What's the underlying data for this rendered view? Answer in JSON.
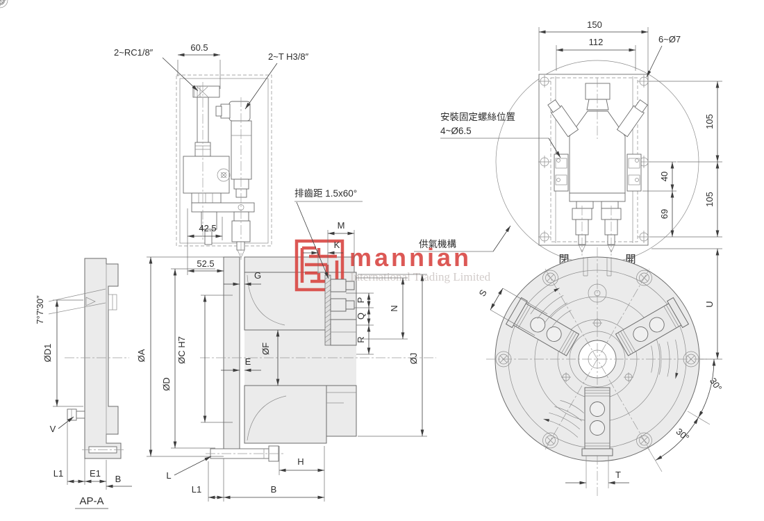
{
  "palette": {
    "watermark_red": "#d8423e",
    "watermark_gray": "#ccc5c3",
    "line": "#4a4a4a",
    "body_fill": "#ebebeb"
  },
  "watermark": {
    "brand": "mannian",
    "subtitle": "International Trading Limited"
  },
  "side_view": {
    "title": "AP-A",
    "dims": {
      "taper": "7°7'30″",
      "d1": "ØD1",
      "v": "V",
      "l1": "L1",
      "e1": "E1",
      "b": "B"
    }
  },
  "valve": {
    "dims": {
      "rc": "2~RC1/8″",
      "w": "60.5",
      "th": "2~T H3/8″",
      "off": "42.5"
    }
  },
  "section": {
    "serration": "排齒距 1.5x60°",
    "dims": {
      "off": "52.5",
      "g": "G",
      "a": "ØA",
      "d": "ØD",
      "c": "ØC  H7",
      "e": "E",
      "f": "ØF",
      "m": "M",
      "k": "K",
      "p": "P",
      "q": "Q",
      "r": "R",
      "n": "N",
      "j": "ØJ",
      "h": "H",
      "l": "L",
      "l1": "L1",
      "b": "B"
    }
  },
  "front": {
    "close": "閉",
    "open": "開",
    "mount1": "安裝固定螺絲位置",
    "mount2": "4~Ø6.5",
    "air": "供氣機構",
    "dims": {
      "w150": "150",
      "w112": "112",
      "holes": "6~Ø7",
      "t105a": "105",
      "t40": "40",
      "t69": "69",
      "t105b": "105",
      "u": "U",
      "s": "S",
      "a30a": "30°",
      "a30b": "30°",
      "t": "T"
    }
  }
}
